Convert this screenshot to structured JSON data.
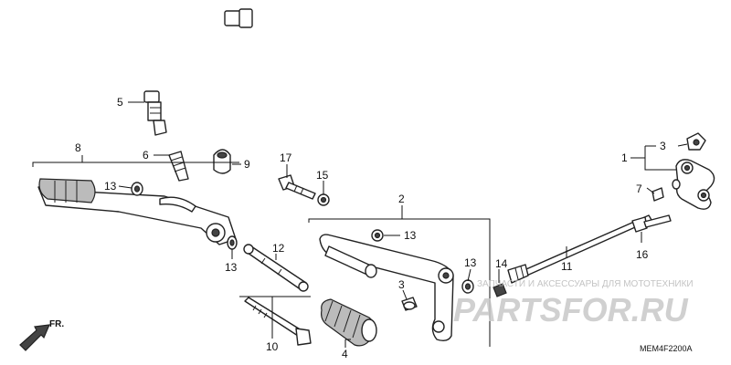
{
  "diagram": {
    "part_numbers": {
      "p1": "1",
      "p2": "2",
      "p3a": "3",
      "p3b": "3",
      "p4": "4",
      "p5": "5",
      "p6": "6",
      "p7": "7",
      "p8": "8",
      "p9": "9",
      "p10": "10",
      "p11": "11",
      "p12": "12",
      "p13a": "13",
      "p13b": "13",
      "p13c": "13",
      "p13d": "13",
      "p14": "14",
      "p15": "15",
      "p16": "16",
      "p17": "17"
    },
    "direction_label": "FR.",
    "diagram_code": "MEM4F2200A"
  },
  "watermark": {
    "caption": "ЗАПЧАСТИ И АКСЕССУАРЫ ДЛЯ МОТОТЕХНИКИ",
    "logo_text": "PARTSFOR.RU",
    "color": "#c8c8c8"
  }
}
